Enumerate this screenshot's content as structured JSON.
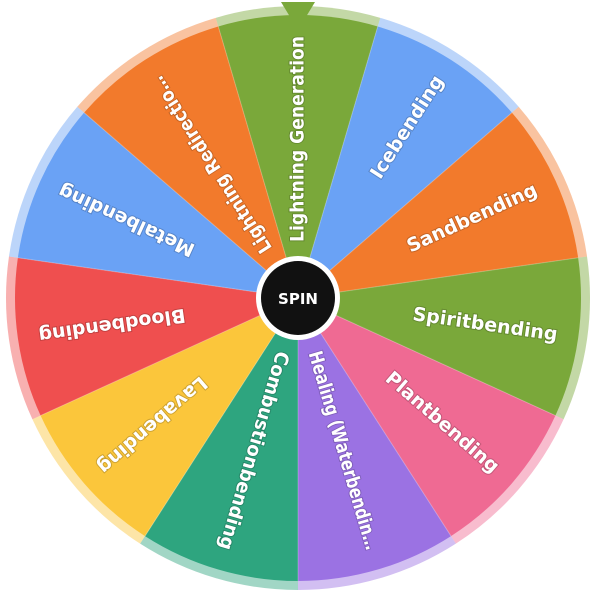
{
  "wheel": {
    "center_button_label": "SPIN",
    "segments": [
      {
        "label": "Lightning Generation",
        "color": "#7aa83a"
      },
      {
        "label": "Icebending",
        "color": "#6aa2f5"
      },
      {
        "label": "Sandbending",
        "color": "#f27a2c"
      },
      {
        "label": "Spiritbending",
        "color": "#7aa83a"
      },
      {
        "label": "Plantbending",
        "color": "#ef6a93"
      },
      {
        "label": "Healing (Waterbendin…",
        "color": "#9b72e3"
      },
      {
        "label": "Combustionbending",
        "color": "#2ea57f"
      },
      {
        "label": "Lavabending",
        "color": "#fbc63b"
      },
      {
        "label": "Bloodbending",
        "color": "#ef4f4f"
      },
      {
        "label": "Metalbending",
        "color": "#6aa2f5"
      },
      {
        "label": "Lightning Redirectio…",
        "color": "#f27a2c"
      }
    ]
  },
  "pointer": {
    "color": "#7aa83a",
    "icon": "pointer-triangle-icon"
  },
  "center_button": {
    "color": "#111111",
    "ring_color": "#ffffff"
  }
}
